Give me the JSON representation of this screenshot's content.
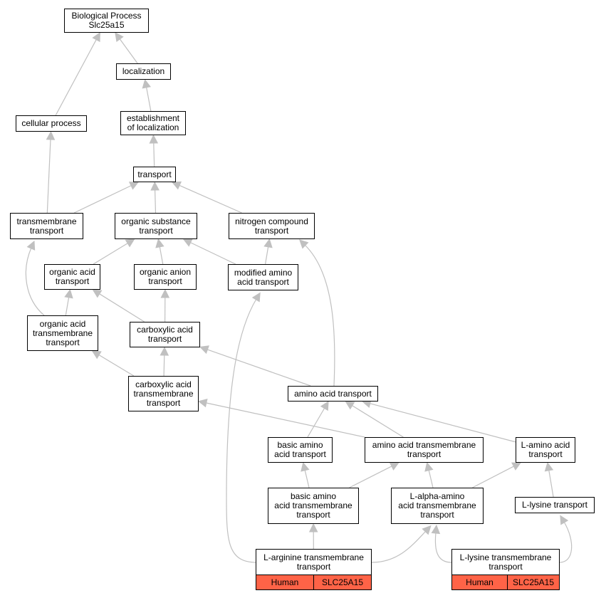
{
  "colors": {
    "edge": "#c0c0c0",
    "border": "#000000",
    "annotation_fill": "#ff6347"
  },
  "nodes": [
    {
      "id": "bp",
      "lines": [
        "Biological Process",
        "Slc25a15"
      ]
    },
    {
      "id": "localization",
      "lines": [
        "localization"
      ]
    },
    {
      "id": "cellular_process",
      "lines": [
        "cellular process"
      ]
    },
    {
      "id": "establishment",
      "lines": [
        "establishment",
        "of localization"
      ]
    },
    {
      "id": "transport",
      "lines": [
        "transport"
      ]
    },
    {
      "id": "transmembrane_transport",
      "lines": [
        "transmembrane",
        "transport"
      ]
    },
    {
      "id": "organic_substance_transport",
      "lines": [
        "organic substance",
        "transport"
      ]
    },
    {
      "id": "nitrogen_compound_transport",
      "lines": [
        "nitrogen compound",
        "transport"
      ]
    },
    {
      "id": "organic_acid_transport",
      "lines": [
        "organic acid",
        "transport"
      ]
    },
    {
      "id": "organic_anion_transport",
      "lines": [
        "organic anion",
        "transport"
      ]
    },
    {
      "id": "modified_amino_acid_transport",
      "lines": [
        "modified amino",
        "acid transport"
      ]
    },
    {
      "id": "organic_acid_tm_transport",
      "lines": [
        "organic acid",
        "transmembrane",
        "transport"
      ]
    },
    {
      "id": "carboxylic_acid_transport",
      "lines": [
        "carboxylic acid",
        "transport"
      ]
    },
    {
      "id": "carboxylic_acid_tm_transport",
      "lines": [
        "carboxylic acid",
        "transmembrane",
        "transport"
      ]
    },
    {
      "id": "amino_acid_transport",
      "lines": [
        "amino acid transport"
      ]
    },
    {
      "id": "basic_amino_acid_transport",
      "lines": [
        "basic amino",
        "acid transport"
      ]
    },
    {
      "id": "amino_acid_tm_transport",
      "lines": [
        "amino acid transmembrane",
        "transport"
      ]
    },
    {
      "id": "l_amino_acid_transport",
      "lines": [
        "L-amino acid",
        "transport"
      ]
    },
    {
      "id": "basic_amino_acid_tm_transport",
      "lines": [
        "basic amino",
        "acid transmembrane",
        "transport"
      ]
    },
    {
      "id": "l_alpha_amino_acid_tm_transport",
      "lines": [
        "L-alpha-amino",
        "acid transmembrane",
        "transport"
      ]
    },
    {
      "id": "l_lysine_transport",
      "lines": [
        "L-lysine transport"
      ]
    }
  ],
  "leaves": [
    {
      "id": "l_arginine_tm_transport",
      "lines": [
        "L-arginine transmembrane",
        "transport"
      ],
      "species": "Human",
      "gene": "SLC25A15"
    },
    {
      "id": "l_lysine_tm_transport",
      "lines": [
        "L-lysine transmembrane",
        "transport"
      ],
      "species": "Human",
      "gene": "SLC25A15"
    }
  ],
  "edges": [
    {
      "from": "localization",
      "to": "bp"
    },
    {
      "from": "cellular_process",
      "to": "bp"
    },
    {
      "from": "establishment",
      "to": "localization"
    },
    {
      "from": "transport",
      "to": "establishment"
    },
    {
      "from": "transmembrane_transport",
      "to": "cellular_process"
    },
    {
      "from": "transmembrane_transport",
      "to": "transport"
    },
    {
      "from": "organic_substance_transport",
      "to": "transport"
    },
    {
      "from": "nitrogen_compound_transport",
      "to": "transport"
    },
    {
      "from": "organic_acid_transport",
      "to": "organic_substance_transport"
    },
    {
      "from": "organic_anion_transport",
      "to": "organic_substance_transport"
    },
    {
      "from": "modified_amino_acid_transport",
      "to": "organic_substance_transport"
    },
    {
      "from": "modified_amino_acid_transport",
      "to": "nitrogen_compound_transport"
    },
    {
      "from": "organic_acid_tm_transport",
      "to": "transmembrane_transport"
    },
    {
      "from": "organic_acid_tm_transport",
      "to": "organic_acid_transport"
    },
    {
      "from": "carboxylic_acid_transport",
      "to": "organic_acid_transport"
    },
    {
      "from": "carboxylic_acid_transport",
      "to": "organic_anion_transport"
    },
    {
      "from": "carboxylic_acid_tm_transport",
      "to": "organic_acid_tm_transport"
    },
    {
      "from": "carboxylic_acid_tm_transport",
      "to": "carboxylic_acid_transport"
    },
    {
      "from": "amino_acid_transport",
      "to": "carboxylic_acid_transport"
    },
    {
      "from": "amino_acid_transport",
      "to": "nitrogen_compound_transport"
    },
    {
      "from": "basic_amino_acid_transport",
      "to": "amino_acid_transport"
    },
    {
      "from": "amino_acid_tm_transport",
      "to": "amino_acid_transport"
    },
    {
      "from": "amino_acid_tm_transport",
      "to": "carboxylic_acid_tm_transport"
    },
    {
      "from": "l_amino_acid_transport",
      "to": "amino_acid_transport"
    },
    {
      "from": "basic_amino_acid_tm_transport",
      "to": "basic_amino_acid_transport"
    },
    {
      "from": "basic_amino_acid_tm_transport",
      "to": "amino_acid_tm_transport"
    },
    {
      "from": "l_alpha_amino_acid_tm_transport",
      "to": "amino_acid_tm_transport"
    },
    {
      "from": "l_alpha_amino_acid_tm_transport",
      "to": "l_amino_acid_transport"
    },
    {
      "from": "l_lysine_transport",
      "to": "l_amino_acid_transport"
    },
    {
      "from": "l_arginine_tm_transport",
      "to": "basic_amino_acid_tm_transport"
    },
    {
      "from": "l_arginine_tm_transport",
      "to": "l_alpha_amino_acid_tm_transport"
    },
    {
      "from": "l_arginine_tm_transport",
      "to": "modified_amino_acid_transport"
    },
    {
      "from": "l_lysine_tm_transport",
      "to": "l_alpha_amino_acid_tm_transport"
    },
    {
      "from": "l_lysine_tm_transport",
      "to": "l_lysine_transport"
    }
  ]
}
